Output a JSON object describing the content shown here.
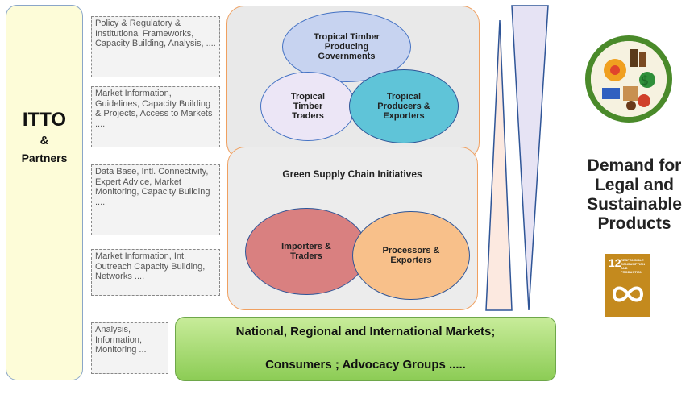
{
  "itto": {
    "title": "ITTO",
    "amp": "&",
    "partners": "Partners"
  },
  "services": [
    "Policy & Regulatory & Institutional Frameworks, Capacity Building, Analysis, ....",
    "Market Information, Guidelines, Capacity Building & Projects, Access to Markets ....",
    "Data Base, Intl. Connectivity, Expert Advice, Market Monitoring, Capacity Building ....",
    "Market Information, Int. Outreach Capacity Building, Networks ....",
    "Analysis, Information, Monitoring ..."
  ],
  "top_group": {
    "governments": "Tropical Timber Producing Governments",
    "traders": "Tropical Timber Traders",
    "producers": "Tropical Producers & Exporters"
  },
  "green_supply": {
    "title": "Green Supply Chain Initiatives",
    "importers": "Importers & Traders",
    "processors": "Processors & Exporters"
  },
  "markets": {
    "line1": "National, Regional and International Markets;",
    "line2": "Consumers ; Advocacy Groups ....."
  },
  "demand": "Demand for Legal and Sustainable Products",
  "sdg": {
    "number": "12",
    "label": "RESPONSIBLE CONSUMPTION AND PRODUCTION"
  },
  "colors": {
    "itto_fill": "#fdfcd8",
    "gov_ellipse": "#c7d3f0",
    "traders_ellipse": "#ece6f6",
    "producers_ellipse": "#5fc4d8",
    "importers_ellipse": "#d98080",
    "processors_ellipse": "#f8c08a",
    "markets_green": "#9bd263",
    "sdg_gold": "#c48a1e"
  }
}
